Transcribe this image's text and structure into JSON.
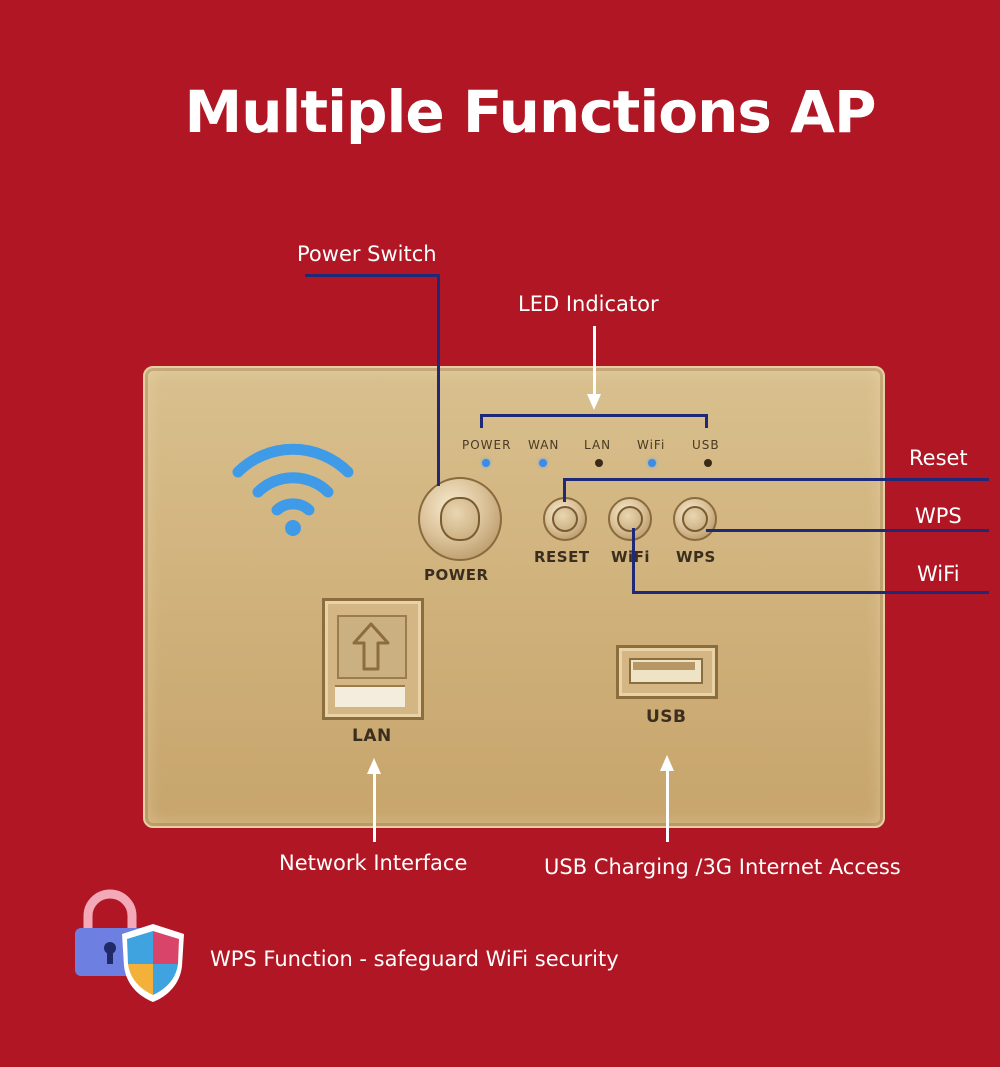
{
  "title": "Multiple Functions AP",
  "callouts": {
    "power_switch": "Power Switch",
    "led_indicator": "LED Indicator",
    "reset": "Reset",
    "wps": "WPS",
    "wifi": "WiFi",
    "network_interface": "Network Interface",
    "usb_access": "USB Charging /3G Internet Access"
  },
  "panel": {
    "leds": [
      {
        "label": "POWER",
        "state": "blue"
      },
      {
        "label": "WAN",
        "state": "blue"
      },
      {
        "label": "LAN",
        "state": "dark"
      },
      {
        "label": "WiFi",
        "state": "blue"
      },
      {
        "label": "USB",
        "state": "dark"
      }
    ],
    "power_label": "POWER",
    "reset_label": "RESET",
    "wifi_label": "WiFi",
    "wps_label": "WPS",
    "lan_label": "LAN",
    "usb_label": "USB"
  },
  "footer": {
    "text": "WPS Function - safeguard WiFi security"
  },
  "colors": {
    "background": "#b01623",
    "callout_line": "#1e2a78",
    "wifi_icon": "#3f9be8",
    "led_blue": "#3d8be6"
  },
  "icons": [
    "wifi-icon",
    "upload-arrow-icon",
    "padlock-icon",
    "shield-icon"
  ]
}
